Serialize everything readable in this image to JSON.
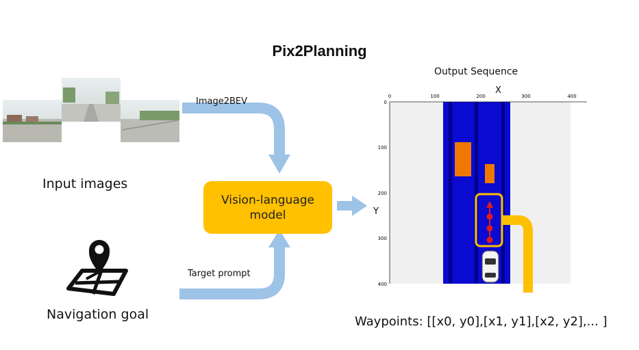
{
  "title": "Pix2Planning",
  "input": {
    "label": "Input images"
  },
  "navigation": {
    "label": "Navigation goal"
  },
  "arrows": {
    "top_label": "Image2BEV",
    "bottom_label": "Target prompt"
  },
  "model": {
    "label": "Vision-language model"
  },
  "output": {
    "title": "Output Sequence",
    "x_axis_label": "X",
    "y_axis_label": "Y",
    "x_ticks": [
      "0",
      "100",
      "200",
      "300",
      "400"
    ],
    "y_ticks": [
      "0",
      "100",
      "200",
      "300",
      "400"
    ],
    "waypoints_text": "Waypoints: [[x0, y0],[x1, y1],[x2, y2],... ]"
  },
  "colors": {
    "vlm_box": "#ffc000",
    "arrow": "#9dc3e6",
    "road": "#0a0ad0",
    "lane_dark": "#00008b",
    "obstacle": "#f07800",
    "waypoint": "#e41a1a",
    "highlight": "#ffc000"
  }
}
